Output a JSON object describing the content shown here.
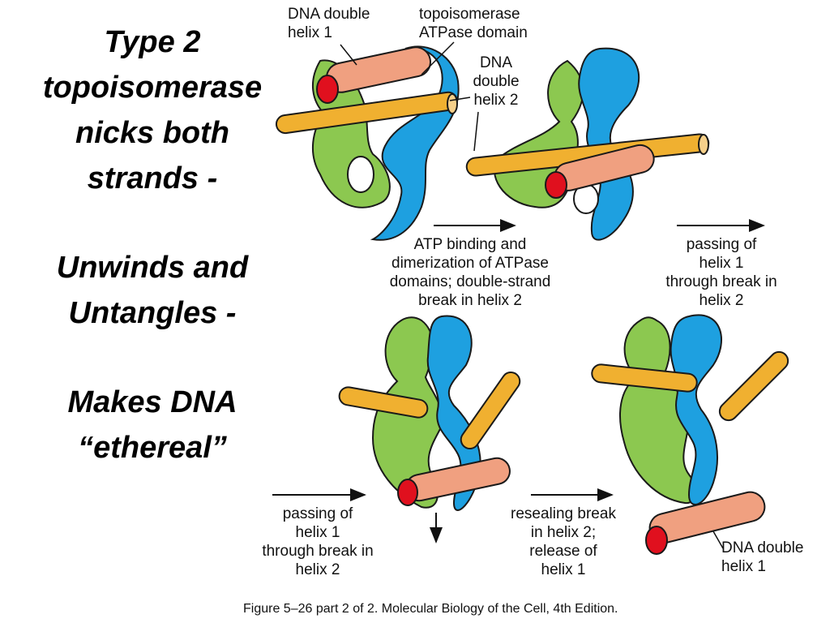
{
  "slide": {
    "title_lines": [
      "Type 2",
      "topoisomerase",
      "nicks both",
      "strands -",
      "Unwinds and",
      "Untangles -",
      "Makes DNA",
      "“ethereal”"
    ]
  },
  "labels": {
    "dna_helix1_top": [
      "DNA double",
      "helix 1"
    ],
    "atpase": [
      "topoisomerase",
      "ATPase domain"
    ],
    "dna_helix2": [
      "DNA",
      "double",
      "helix 2"
    ],
    "step1": [
      "ATP binding and",
      "dimerization of ATPase",
      "domains; double-strand",
      "break in helix 2"
    ],
    "step2": [
      "passing of",
      "helix 1",
      "through break in",
      "helix 2"
    ],
    "step3": [
      "passing of",
      "helix 1",
      "through break in",
      "helix 2"
    ],
    "step4": [
      "resealing break",
      "in helix 2;",
      "release of",
      "helix 1"
    ],
    "dna_helix1_bottom": [
      "DNA double",
      "helix 1"
    ]
  },
  "caption": "Figure 5–26 part 2 of 2. Molecular Biology of the Cell, 4th Edition.",
  "colors": {
    "green": "#8cc850",
    "blue": "#1ea0e0",
    "orange": "#f0b030",
    "salmon": "#f0a080",
    "red": "#e0101e",
    "outline": "#1a1a1a"
  }
}
